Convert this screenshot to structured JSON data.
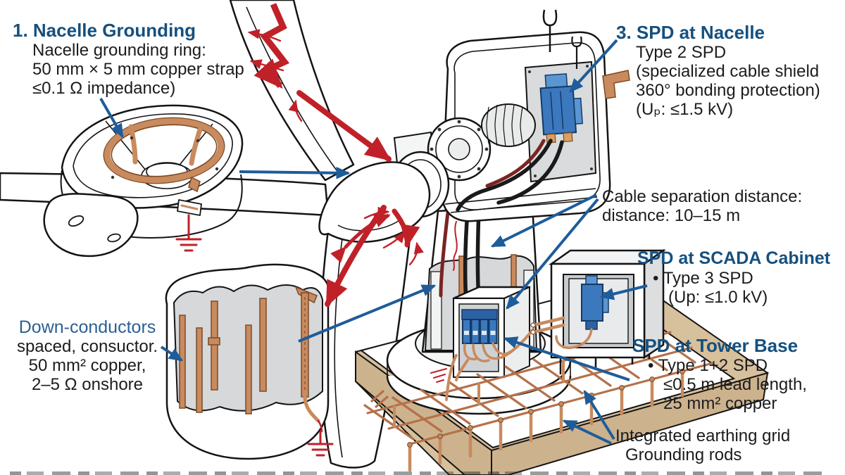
{
  "annotations": {
    "nacelle_grounding": {
      "title": "1. Nacelle Grounding",
      "lines": [
        "Nacelle grounding ring:",
        "50 mm × 5 mm copper strap",
        "≤0.1 Ω impedance)"
      ]
    },
    "spd_nacelle": {
      "title": "3. SPD at Nacelle",
      "lines": [
        "Type 2 SPD",
        "(specialized cable shield",
        "360° bonding protection)",
        "(Uₚ: ≤1.5 kV)"
      ]
    },
    "cable_separation": {
      "lines": [
        "Cable separation distance:",
        "distance: 10–15 m"
      ]
    },
    "spd_scada": {
      "title": "SPD at SCADA Cabinet",
      "lines": [
        "• Type 3 SPD",
        "(Up: ≤1.0 kV)"
      ]
    },
    "spd_tower_base": {
      "title": "SPD at Tower Base",
      "lines": [
        "• Type 1+2 SPD",
        "≤0.5 m lead length,",
        "25 mm² copper"
      ]
    },
    "earthing": {
      "lines": [
        "Integrated earthing grid",
        "Grounding rods"
      ]
    },
    "down_conductors": {
      "title": "Down-conductors",
      "lines": [
        "spaced, consuctor.",
        "50 mm² copper,",
        "2–5 Ω onshore"
      ]
    }
  },
  "colors": {
    "heading_blue": "#15507f",
    "arrow_blue": "#1e5c9a",
    "lightning_red": "#c02129",
    "copper": "#c98a5e",
    "soil_tan": "#d7c09c",
    "spd_blue": "#3c78bd",
    "interior_gray": "#d6d8da",
    "text_black": "#1c1c1e",
    "down_conductor_blue": "#2b5f94"
  }
}
